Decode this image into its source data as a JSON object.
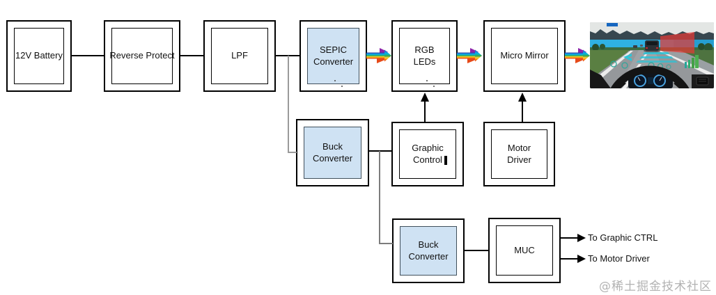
{
  "diagram": {
    "blocks": {
      "battery": {
        "label": "12V Battery"
      },
      "reverse_protect": {
        "label": "Reverse Protect"
      },
      "lpf": {
        "label": "LPF"
      },
      "sepic": {
        "label": "SEPIC Converter",
        "highlighted": true
      },
      "rgb_leds": {
        "label": "RGB LEDs"
      },
      "micro_mirror": {
        "label": "Micro Mirror"
      },
      "buck_converter_1": {
        "label": "Buck Converter",
        "highlighted": true
      },
      "graphic_control": {
        "label": "Graphic Control"
      },
      "motor_driver": {
        "label": "Motor Driver"
      },
      "buck_converter_2": {
        "label": "Buck Converter",
        "highlighted": true
      },
      "muc": {
        "label": "MUC"
      }
    },
    "outputs": {
      "to_graphic_ctrl": "To Graphic CTRL",
      "to_motor_driver": "To Motor Driver"
    },
    "colors": {
      "block_border": "#000000",
      "highlight_fill": "#cfe2f3",
      "wire_gray": "#9a9a9a",
      "red_warning_overlay": "#e53935",
      "ar_teal": "#26c6da",
      "ar_green": "#43a047"
    },
    "icons": {
      "rainbow_arrow": "rainbow-light-arrow",
      "up_arrow": "black-up-arrow",
      "out_arrow": "black-right-arrow"
    }
  },
  "watermark": "@稀土掘金技术社区"
}
